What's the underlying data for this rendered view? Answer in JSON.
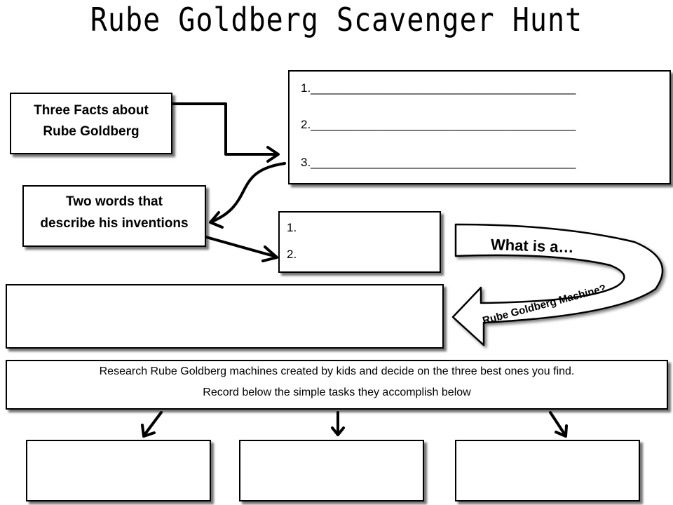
{
  "title": "Rube Goldberg Scavenger Hunt",
  "facts_box": {
    "label_line1": "Three Facts about",
    "label_line2": "Rube Goldberg"
  },
  "facts_answers": [
    "1.________________________________________",
    "2.________________________________________",
    "3.________________________________________"
  ],
  "words_box": {
    "label_line1": "Two words that",
    "label_line2": "describe his inventions"
  },
  "words_answers": [
    "1.",
    "2."
  ],
  "banner": {
    "top_text": "What is a…",
    "bottom_text": "Rube Goldberg Machine?"
  },
  "research": {
    "line1": "Research Rube Goldberg machines created by kids and decide on the three best ones you find.",
    "line2": "Record below the simple tasks they accomplish below"
  }
}
